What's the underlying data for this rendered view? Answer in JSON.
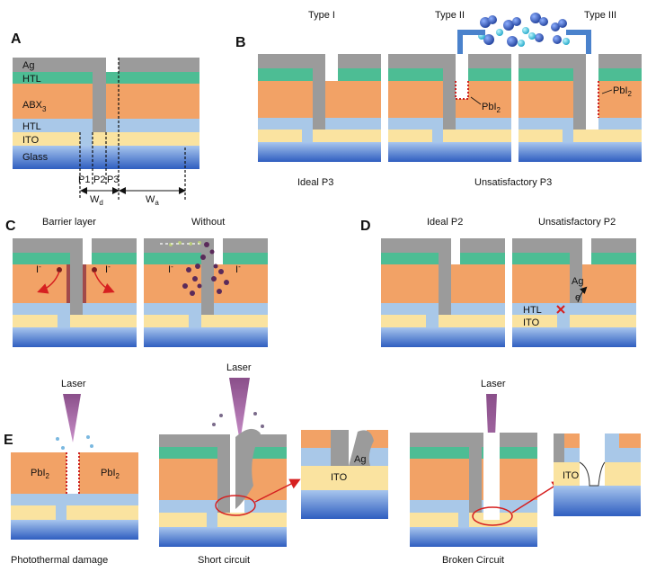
{
  "colors": {
    "ag": "#9b9b9b",
    "htl": "#4dbd94",
    "perovskite": "#f2a266",
    "htl_bottom": "#a9c8e8",
    "ito": "#fae3a0",
    "glass": "#3f6fc6",
    "barrier": "#a14a4a",
    "pbi2": "#cc2222",
    "laser": "#8a4f8a",
    "arrow_red": "#d62020"
  },
  "panels": {
    "a": {
      "letter": "A",
      "layers": {
        "ag": "Ag",
        "htl_top": "HTL",
        "abx": "ABX",
        "abx_sub": "3",
        "htl_bottom": "HTL",
        "ito": "ITO",
        "glass": "Glass"
      },
      "scribes": {
        "p1": "P1",
        "p2": "P2",
        "p3": "P3"
      },
      "widths": {
        "wd": "W",
        "wd_sub": "d",
        "wa": "W",
        "wa_sub": "a"
      }
    },
    "b": {
      "letter": "B",
      "types": [
        "Type I",
        "Type II",
        "Type III"
      ],
      "pbi": "PbI",
      "pbi_sub": "2",
      "captions": {
        "ideal": "Ideal P3",
        "unsatisfactory": "Unsatisfactory P3"
      }
    },
    "c": {
      "letter": "C",
      "headers": {
        "barrier": "Barrier layer",
        "without": "Without"
      },
      "ion": "I"
    },
    "d": {
      "letter": "D",
      "headers": {
        "ideal": "Ideal P2",
        "unsatisfactory": "Unsatisfactory P2"
      },
      "labels": {
        "ag": "Ag",
        "e": "e",
        "htl": "HTL",
        "ito": "ITO"
      }
    },
    "e": {
      "letter": "E",
      "laser": "Laser",
      "pbi": "PbI",
      "pbi_sub": "2",
      "zoom_labels": {
        "ag": "Ag",
        "ito": "ITO"
      },
      "captions": {
        "photothermal": "Photothermal damage",
        "short": "Short circuit",
        "broken": "Broken Circuit"
      }
    }
  }
}
